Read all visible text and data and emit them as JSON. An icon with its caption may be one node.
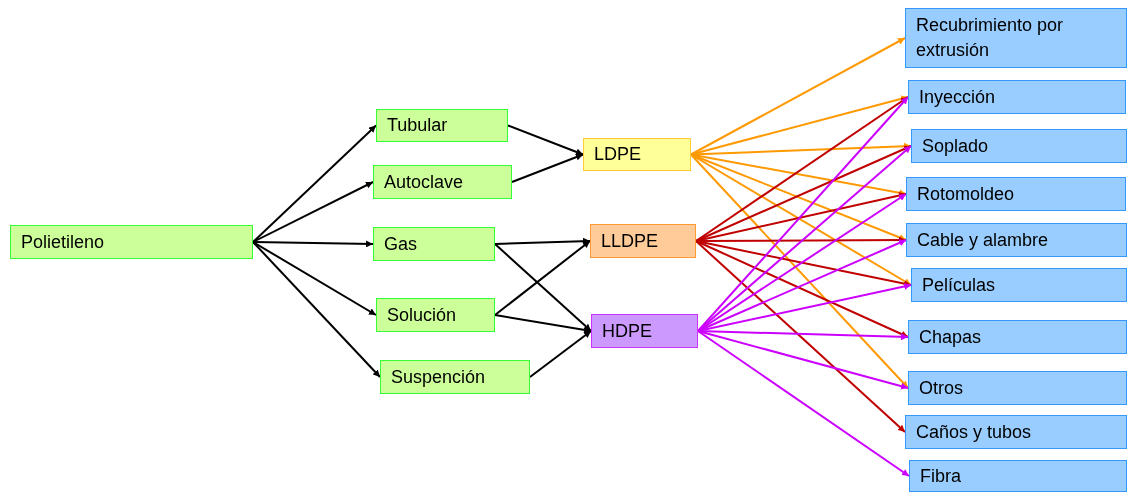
{
  "diagram": {
    "nodes": [
      {
        "text": [
          "Polietileno"
        ]
      },
      {
        "text": [
          "Tubular"
        ]
      },
      {
        "text": [
          "Autoclave"
        ]
      },
      {
        "text": [
          "Gas"
        ]
      },
      {
        "text": [
          "Solución"
        ]
      },
      {
        "text": [
          "Suspención"
        ]
      },
      {
        "text": [
          "LDPE"
        ]
      },
      {
        "text": [
          "LLDPE"
        ]
      },
      {
        "text": [
          "HDPE"
        ]
      },
      {
        "text": [
          "Recubrimiento por extrusión"
        ]
      },
      {
        "text": [
          "Inyección"
        ]
      },
      {
        "text": [
          "Soplado"
        ]
      },
      {
        "text": [
          "Rotomoldeo"
        ]
      },
      {
        "text": [
          "Cable y alambre"
        ]
      },
      {
        "text": [
          "Películas"
        ]
      },
      {
        "text": [
          "Chapas"
        ]
      },
      {
        "text": [
          "Otros"
        ]
      },
      {
        "text": [
          "Caños y tubos"
        ]
      },
      {
        "text": [
          "Fibra"
        ]
      }
    ],
    "edges": [
      {
        "from": 0,
        "to": 1,
        "arrow": "to"
      },
      {
        "from": 0,
        "to": 2,
        "arrow": "to"
      },
      {
        "from": 0,
        "to": 3,
        "arrow": "to"
      },
      {
        "from": 0,
        "to": 4,
        "arrow": "to"
      },
      {
        "from": 0,
        "to": 5,
        "arrow": "to"
      },
      {
        "from": 1,
        "to": 6,
        "arrow": "to"
      },
      {
        "from": 2,
        "to": 6,
        "arrow": "to"
      },
      {
        "from": 3,
        "to": 7,
        "arrow": "to"
      },
      {
        "from": 3,
        "to": 8,
        "arrow": "to"
      },
      {
        "from": 4,
        "to": 7,
        "arrow": "to"
      },
      {
        "from": 4,
        "to": 8,
        "arrow": "to"
      },
      {
        "from": 5,
        "to": 8,
        "arrow": "to"
      },
      {
        "from": 6,
        "to": 9,
        "arrow": "to",
        "color": "#ff9900"
      },
      {
        "from": 6,
        "to": 10,
        "arrow": "to",
        "color": "#ff9900"
      },
      {
        "from": 6,
        "to": 11,
        "arrow": "to",
        "color": "#ff9900"
      },
      {
        "from": 6,
        "to": 12,
        "arrow": "to",
        "color": "#ff9900"
      },
      {
        "from": 6,
        "to": 13,
        "arrow": "to",
        "color": "#ff9900"
      },
      {
        "from": 6,
        "to": 14,
        "arrow": "to",
        "color": "#ff9900"
      },
      {
        "from": 6,
        "to": 16,
        "arrow": "to",
        "color": "#ff9900"
      },
      {
        "from": 7,
        "to": 10,
        "arrow": "to",
        "color": "#c00000"
      },
      {
        "from": 7,
        "to": 11,
        "arrow": "to",
        "color": "#c00000"
      },
      {
        "from": 7,
        "to": 12,
        "arrow": "to",
        "color": "#c00000"
      },
      {
        "from": 7,
        "to": 13,
        "arrow": "to",
        "color": "#c00000"
      },
      {
        "from": 7,
        "to": 14,
        "arrow": "to",
        "color": "#c00000"
      },
      {
        "from": 7,
        "to": 15,
        "arrow": "to",
        "color": "#c00000"
      },
      {
        "from": 7,
        "to": 17,
        "arrow": "to",
        "color": "#c00000"
      },
      {
        "from": 8,
        "to": 10,
        "arrow": "to",
        "color": "#cc00ff"
      },
      {
        "from": 8,
        "to": 11,
        "arrow": "to",
        "color": "#cc00ff"
      },
      {
        "from": 8,
        "to": 12,
        "arrow": "to",
        "color": "#cc00ff"
      },
      {
        "from": 8,
        "to": 13,
        "arrow": "to",
        "color": "#cc00ff"
      },
      {
        "from": 8,
        "to": 14,
        "arrow": "to",
        "color": "#cc00ff"
      },
      {
        "from": 8,
        "to": 15,
        "arrow": "to",
        "color": "#cc00ff"
      },
      {
        "from": 8,
        "to": 16,
        "arrow": "to",
        "color": "#cc00ff"
      },
      {
        "from": 8,
        "to": 18,
        "arrow": "to",
        "color": "#cc00ff"
      }
    ]
  }
}
